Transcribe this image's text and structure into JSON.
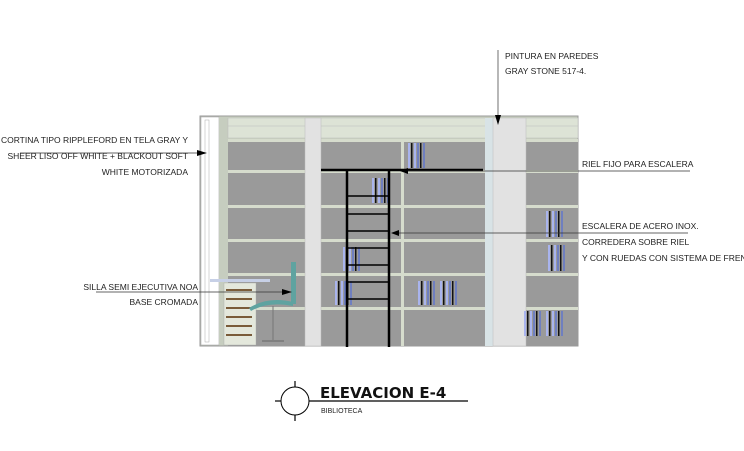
{
  "labels": {
    "wall_paint": [
      "PINTURA EN PAREDES",
      "GRAY STONE 517-4."
    ],
    "curtain": [
      "CORTINA TIPO RIPPLEFORD EN TELA GRAY Y",
      "SHEER LISO OFF WHITE + BLACKOUT SOFT",
      "WHITE MOTORIZADA"
    ],
    "rail": [
      "RIEL FIJO PARA ESCALERA"
    ],
    "ladder": [
      "ESCALERA DE ACERO INOX.",
      "CORREDERA SOBRE RIEL",
      "Y CON RUEDAS CON SISTEMA DE FRENOS"
    ],
    "chair": [
      "SILLA SEMI EJECUTIVA NOA",
      "BASE CROMADA"
    ]
  },
  "title": {
    "main": "ELEVACION E-4",
    "subtitle": "BIBLIOTECA"
  },
  "colors": {
    "shelf_back": "#9a9a9a",
    "shelf_board": "#d6dccd",
    "frame": "#c9d1c0",
    "pillar": "#e2e2e2",
    "chair": "#5fa3a0",
    "book_blue": "#a9b4ee"
  }
}
